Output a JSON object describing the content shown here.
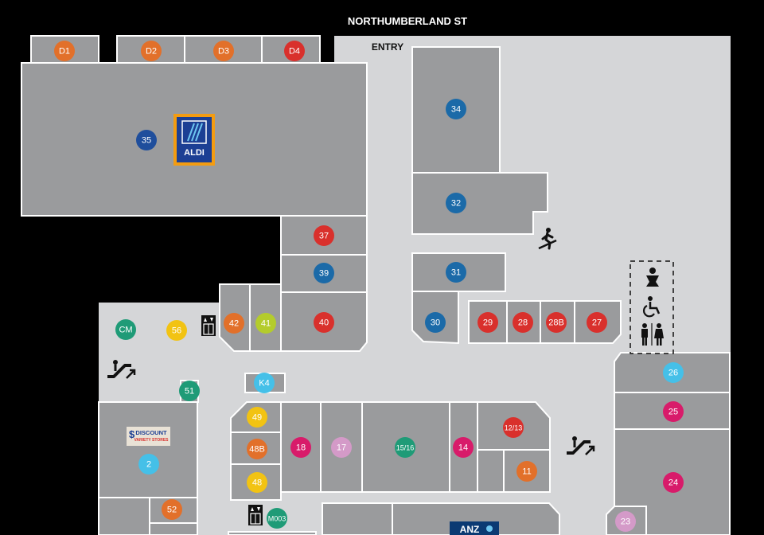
{
  "map": {
    "street_name": "NORTHUMBERLAND ST",
    "entry_label": "ENTRY",
    "logos": {
      "aldi": "ALDI",
      "discount": "DISCOUNT",
      "discount_sub": "VARIETY STORES",
      "anz": "ANZ"
    },
    "colors": {
      "background": "#000000",
      "mall_floor": "#d5d6d8",
      "shop_fill": "#9a9b9d",
      "outline": "#ffffff",
      "orange": "#e2702a",
      "red": "#d9302c",
      "blue_dark": "#1b6aa8",
      "navy": "#1f4e9c",
      "light_blue": "#45c0e8",
      "pink": "#d81b6a",
      "lavender": "#d49ac8",
      "teal": "#1f9b77",
      "yellow": "#f2c313",
      "lime": "#b4cc2c"
    },
    "markers": [
      {
        "label": "D1",
        "color": "orange"
      },
      {
        "label": "D2",
        "color": "orange"
      },
      {
        "label": "D3",
        "color": "orange"
      },
      {
        "label": "D4",
        "color": "red"
      },
      {
        "label": "35",
        "color": "navy"
      },
      {
        "label": "34",
        "color": "blue_dark"
      },
      {
        "label": "32",
        "color": "blue_dark"
      },
      {
        "label": "37",
        "color": "red"
      },
      {
        "label": "39",
        "color": "blue_dark"
      },
      {
        "label": "40",
        "color": "red"
      },
      {
        "label": "31",
        "color": "blue_dark"
      },
      {
        "label": "30",
        "color": "blue_dark"
      },
      {
        "label": "29",
        "color": "red"
      },
      {
        "label": "28",
        "color": "red"
      },
      {
        "label": "28B",
        "color": "red"
      },
      {
        "label": "27",
        "color": "red"
      },
      {
        "label": "CM",
        "color": "teal"
      },
      {
        "label": "56",
        "color": "yellow"
      },
      {
        "label": "42",
        "color": "orange"
      },
      {
        "label": "41",
        "color": "lime"
      },
      {
        "label": "51",
        "color": "teal"
      },
      {
        "label": "K4",
        "color": "light_blue"
      },
      {
        "label": "26",
        "color": "light_blue"
      },
      {
        "label": "25",
        "color": "pink"
      },
      {
        "label": "49",
        "color": "yellow"
      },
      {
        "label": "48B",
        "color": "orange"
      },
      {
        "label": "48",
        "color": "yellow"
      },
      {
        "label": "18",
        "color": "pink"
      },
      {
        "label": "17",
        "color": "lavender"
      },
      {
        "label": "15/16",
        "color": "teal"
      },
      {
        "label": "14",
        "color": "pink"
      },
      {
        "label": "12/13",
        "color": "red"
      },
      {
        "label": "11",
        "color": "orange"
      },
      {
        "label": "2",
        "color": "light_blue"
      },
      {
        "label": "52",
        "color": "orange"
      },
      {
        "label": "24",
        "color": "pink"
      },
      {
        "label": "23",
        "color": "lavender"
      },
      {
        "label": "M003",
        "color": "teal"
      }
    ],
    "icons": [
      {
        "name": "lift-icon"
      },
      {
        "name": "lift-icon"
      },
      {
        "name": "escalator-icon"
      },
      {
        "name": "escalator-icon"
      },
      {
        "name": "stairs-icon"
      },
      {
        "name": "baby-change-icon"
      },
      {
        "name": "accessible-icon"
      },
      {
        "name": "toilets-icon"
      }
    ]
  }
}
